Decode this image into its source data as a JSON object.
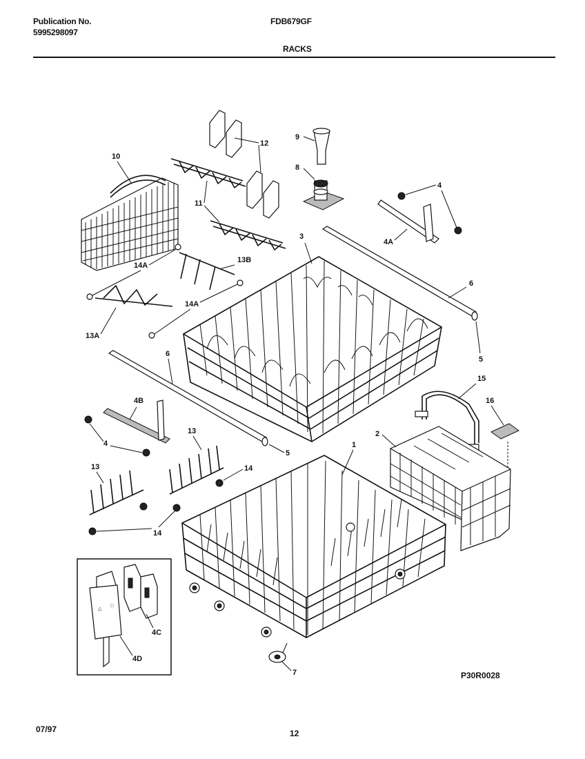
{
  "header": {
    "publication_label": "Publication No.",
    "publication_number": "5995298097",
    "model": "FDB679GF",
    "section_title": "RACKS"
  },
  "footer": {
    "date": "07/97",
    "page_number": "12",
    "drawing_code": "P30R0028"
  },
  "callouts": {
    "c1": "1",
    "c2": "2",
    "c3": "3",
    "c4a": "4",
    "c4b": "4",
    "c4A": "4A",
    "c4B": "4B",
    "c4C": "4C",
    "c4D": "4D",
    "c5a": "5",
    "c5b": "5",
    "c6a": "6",
    "c6b": "6",
    "c7": "7",
    "c8": "8",
    "c9": "9",
    "c10": "10",
    "c11": "11",
    "c12": "12",
    "c13a": "13",
    "c13b": "13",
    "c13A": "13A",
    "c13B": "13B",
    "c14a": "14",
    "c14b": "14",
    "c14A1": "14A",
    "c14A2": "14A",
    "c15": "15",
    "c16": "16"
  }
}
